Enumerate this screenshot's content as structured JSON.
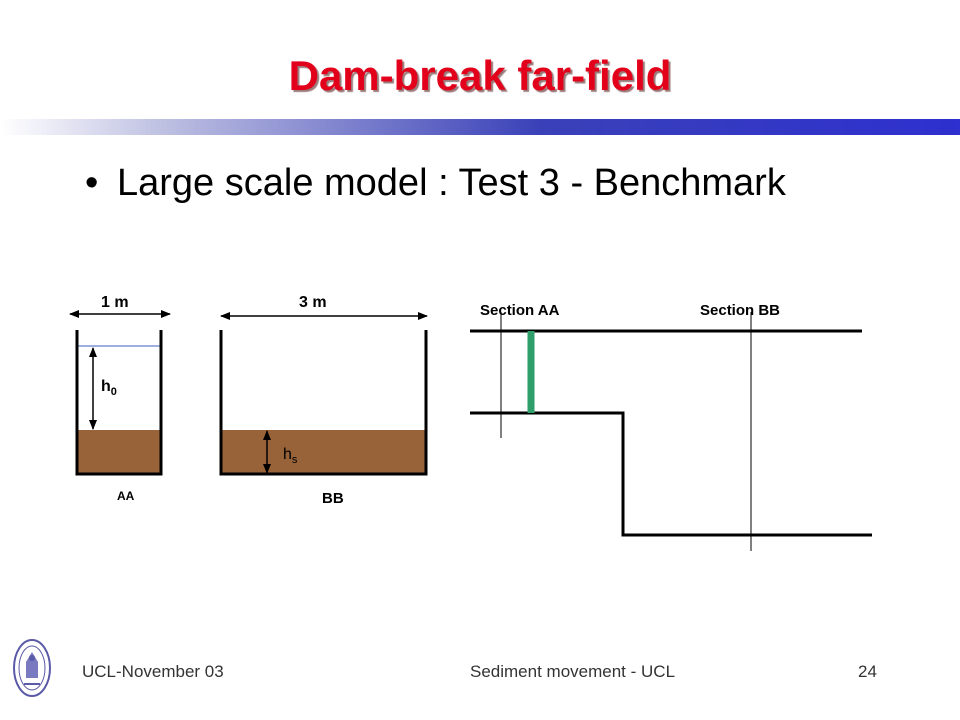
{
  "slide": {
    "title": "Dam-break far-field",
    "bullet": "Large scale model : Test 3 - Benchmark"
  },
  "diagram": {
    "aa_width_label": "1 m",
    "bb_width_label": "3 m",
    "h0_label": "h",
    "h0_sub": "0",
    "hs_label": "h",
    "hs_sub": "s",
    "aa_caption": "AA",
    "bb_caption": "BB",
    "section_aa_label": "Section AA",
    "section_bb_label": "Section BB"
  },
  "footer": {
    "left": "UCL-November 03",
    "center": "Sediment movement - UCL",
    "page_number": "24"
  },
  "colors": {
    "title": "#e3001b",
    "sediment": "#986338",
    "gate": "#2e9e6a",
    "water_line": "#3b5fc0"
  }
}
